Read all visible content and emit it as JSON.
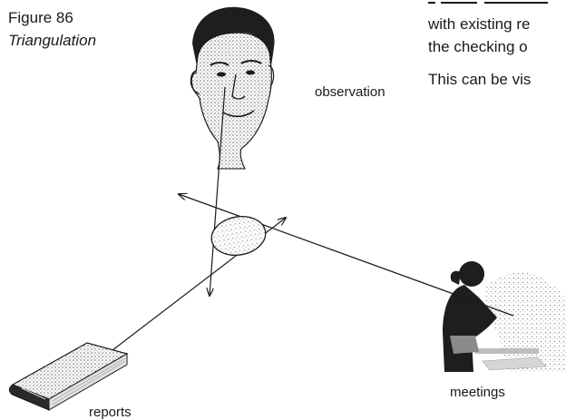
{
  "figure": {
    "number": "Figure 86",
    "title": "Triangulation"
  },
  "body_text": {
    "line1": "with existing re",
    "line2": "the checking o",
    "line3": "This can be vis"
  },
  "labels": {
    "observation": "observation",
    "meetings": "meetings",
    "reports": "reports"
  },
  "colors": {
    "line": "#1a1a1a",
    "stipple_dark": "#6a6a6a",
    "stipple_mid": "#b8b8b8",
    "silhouette": "#1e1e1e"
  }
}
